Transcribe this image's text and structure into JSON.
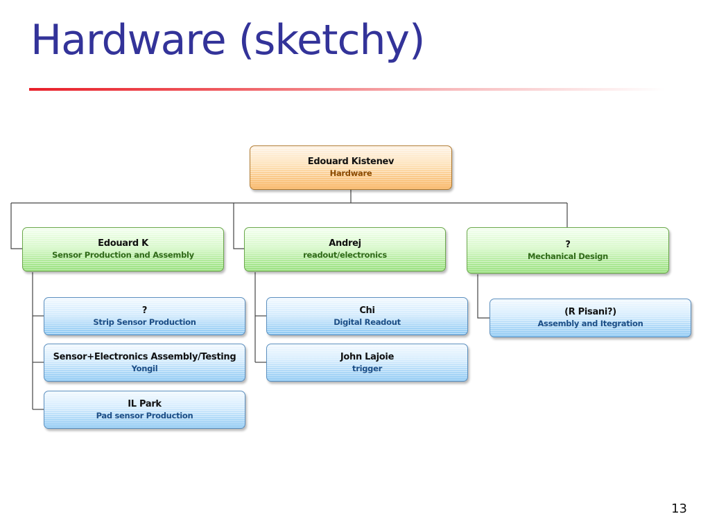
{
  "slide": {
    "title": "Hardware (sketchy)",
    "page_number": "13"
  },
  "org_chart": {
    "root": {
      "name": "Edouard Kistenev",
      "role": "Hardware"
    },
    "groups": [
      {
        "lead": {
          "name": "Edouard K",
          "role": "Sensor Production and Assembly"
        },
        "members": [
          {
            "name": "?",
            "role": "Strip Sensor Production"
          },
          {
            "name": "Sensor+Electronics Assembly/Testing",
            "role": "Yongil"
          },
          {
            "name": "IL Park",
            "role": "Pad sensor Production"
          }
        ]
      },
      {
        "lead": {
          "name": "Andrej",
          "role": "readout/electronics"
        },
        "members": [
          {
            "name": "Chi",
            "role": "Digital Readout"
          },
          {
            "name": "John Lajoie",
            "role": "trigger"
          }
        ]
      },
      {
        "lead": {
          "name": "?",
          "role": "Mechanical Design"
        },
        "members": [
          {
            "name": "(R Pisani?)",
            "role": "Assembly and Itegration"
          }
        ]
      }
    ]
  },
  "colors": {
    "title": "#333399",
    "rule": "#e8202a",
    "root_fill": "#fbc98a",
    "lead_fill": "#bff0a8",
    "member_fill": "#bfe1fb"
  }
}
